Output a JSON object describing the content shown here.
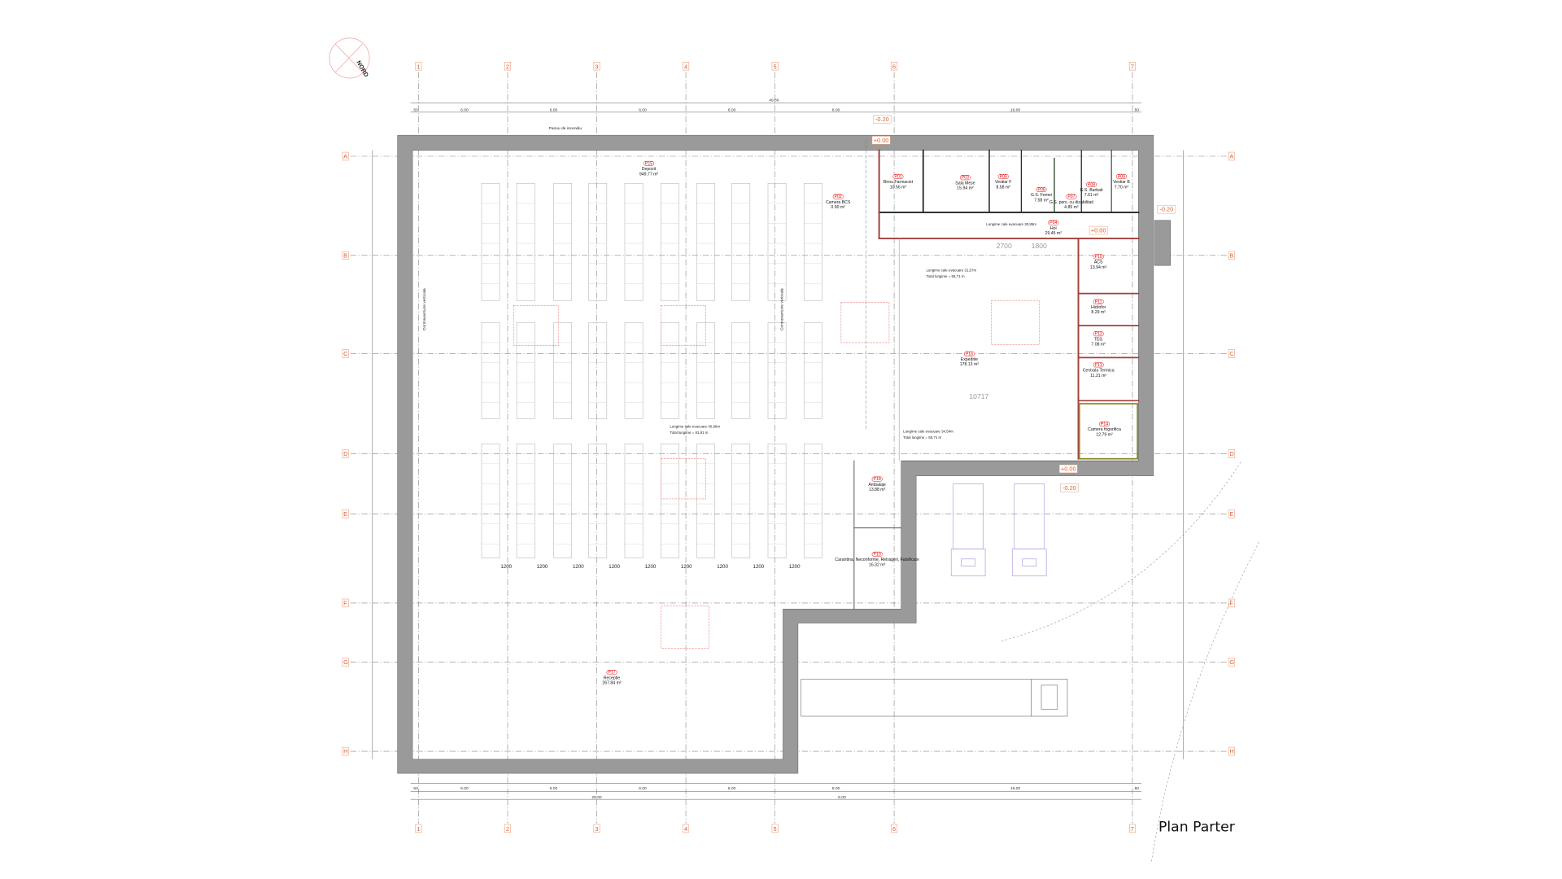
{
  "title": "Plan Parter",
  "north_label": "NORD",
  "colors": {
    "wall": "#9a9a9a",
    "grid_label": "#d0603a",
    "room_code": "#e00000",
    "fire_wall": "#a0403a",
    "cold_room": "#8a8a20",
    "vehicle": "#b9a0e0",
    "annotation": "#00c8e0"
  },
  "grid": {
    "columns": [
      "1",
      "2",
      "3",
      "4",
      "5",
      "6",
      "7"
    ],
    "rows": [
      "A",
      "B",
      "C",
      "D",
      "E",
      "F",
      "G",
      "H"
    ]
  },
  "dimensions": {
    "top_total": "49.80",
    "top_segments": [
      ".50",
      "6.00",
      "6.00",
      "6.00",
      "6.00",
      "8.00",
      "16.00",
      ".50"
    ],
    "bottom_segments": [
      ".50",
      "6.00",
      "6.00",
      "6.00",
      "6.00",
      "8.00",
      "16.00",
      ".50"
    ],
    "bottom_partials": [
      "25.00",
      "8.00"
    ],
    "rack_spacing": [
      "1200",
      "1200",
      "1200",
      "1200",
      "1200",
      "1200",
      "1200",
      "1200",
      "1200"
    ],
    "expeditie_width": "10717",
    "hol_marks": [
      "2700",
      "1800"
    ]
  },
  "elevations": [
    "+0.00",
    "-0.20",
    "+0.00",
    "-0.20",
    "+0.00",
    "-0.20"
  ],
  "labels": {
    "fire_panel": "Panou de incendiu",
    "bracing": "Contravantuire verticala",
    "evac1_line1": "Lungime cale evacuare 31,57m",
    "evac1_line2": "Total lungime = 65,71 m",
    "evac2_line1": "Lungime cale evacuare 34,54m",
    "evac2_line2": "Total lungime = 65,71 m",
    "evac3_line1": "Lungime cale evacuare 30,85m",
    "evac4_line1": "Lungime cale evacuare 40,96m",
    "evac4_line2": "Total lungime = 81,91 m"
  },
  "rooms": [
    {
      "code": "P01",
      "name": "Birou Farmacist",
      "area": "10.56 m²"
    },
    {
      "code": "P02",
      "name": "Camera BCS",
      "area": "0.90 m²"
    },
    {
      "code": "P03",
      "name": "Sala Mese",
      "area": "15.94 m²"
    },
    {
      "code": "P04",
      "name": "Hol",
      "area": "29.45 m²"
    },
    {
      "code": "P05",
      "name": "Vestiar F",
      "area": "8.58 m²"
    },
    {
      "code": "P06",
      "name": "G.S. Femei",
      "area": "7.58 m²"
    },
    {
      "code": "P07",
      "name": "G.S. pers. cu dizabilitati",
      "area": "4.85 m²"
    },
    {
      "code": "P08",
      "name": "G.S. Barbati",
      "area": "7.61 m²"
    },
    {
      "code": "P09",
      "name": "Vestiar B",
      "area": "7.70 m²"
    },
    {
      "code": "P10",
      "name": "ACS",
      "area": "13.94 m²"
    },
    {
      "code": "P11",
      "name": "Hidrofor",
      "area": "8.29 m²"
    },
    {
      "code": "P12",
      "name": "TEG",
      "area": "7.08 m²"
    },
    {
      "code": "P13",
      "name": "Centrala Termica",
      "area": "11.21 m²"
    },
    {
      "code": "P14",
      "name": "Camera frigorifica",
      "area": "12.79 m²"
    },
    {
      "code": "P15",
      "name": "Depozit",
      "area": "949.77 m²"
    },
    {
      "code": "P16",
      "name": "Expeditie",
      "area": "178.13 m²"
    },
    {
      "code": "P17",
      "name": "Receptie",
      "area": "267.84 m²"
    },
    {
      "code": "P18",
      "name": "Ambalaje",
      "area": "13.88 m²"
    },
    {
      "code": "P19",
      "name": "Carantina, Neconforme, Retrageri, Falsificate",
      "area": "16.32 m²"
    }
  ]
}
